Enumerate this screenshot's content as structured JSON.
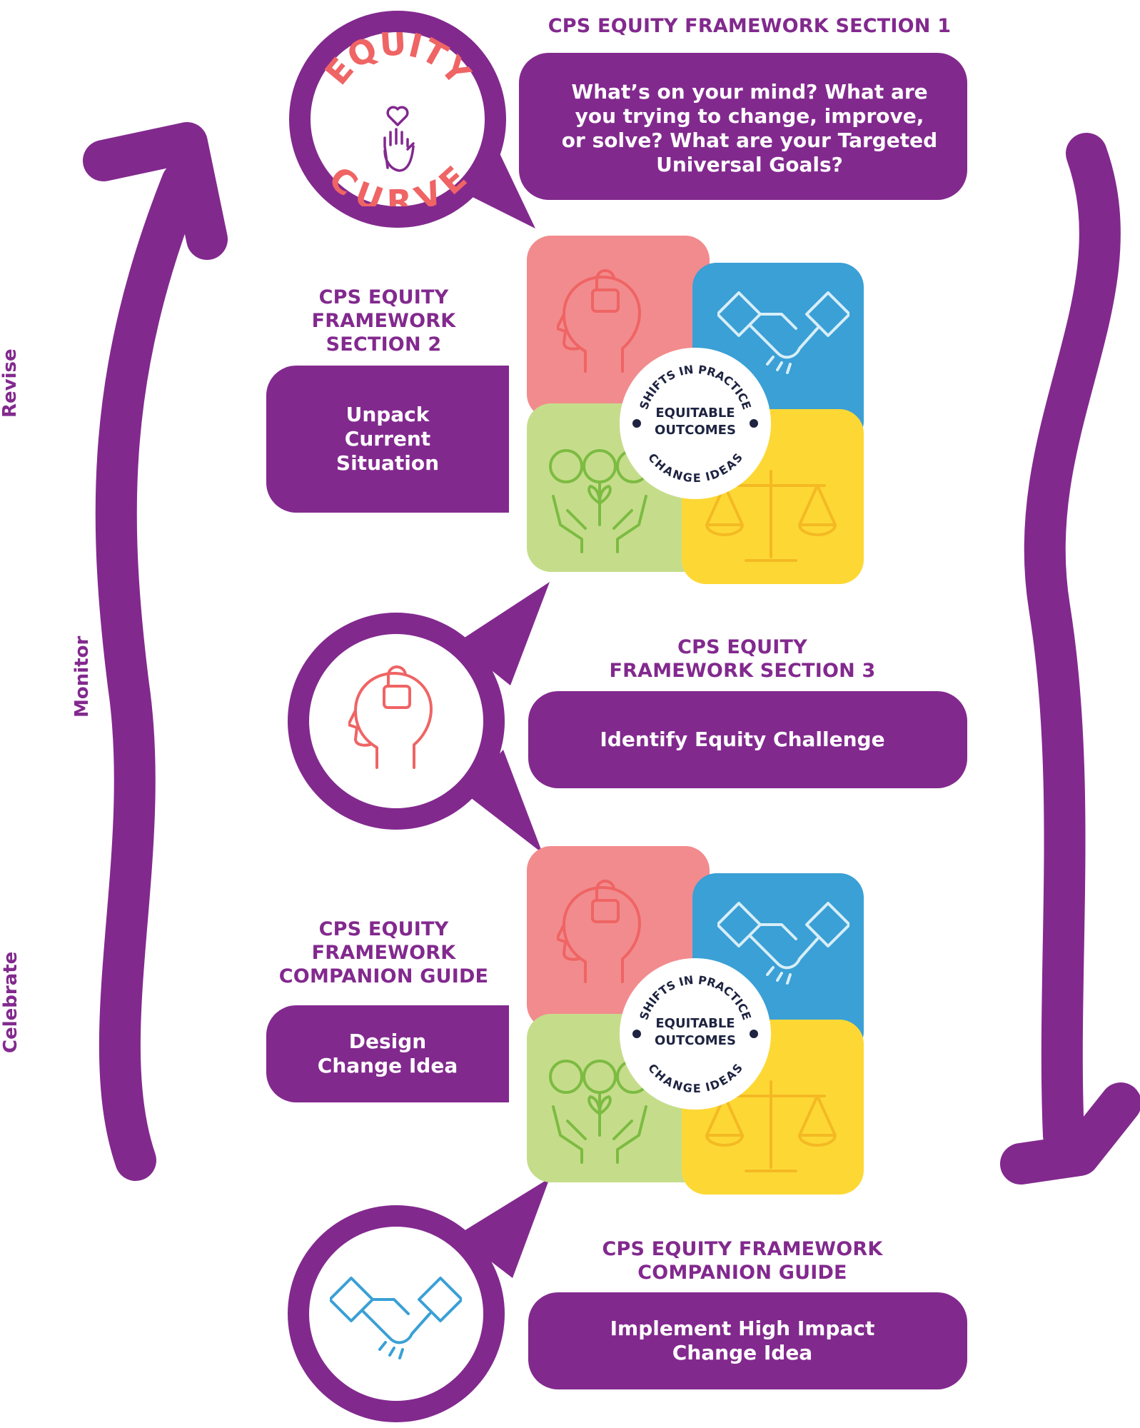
{
  "side_labels": {
    "revise": "Revise",
    "monitor": "Monitor",
    "celebrate": "Celebrate"
  },
  "logo": {
    "top": "EQUITY",
    "bottom": "CURVE"
  },
  "steps": [
    {
      "heading": "CPS EQUITY FRAMEWORK SECTION 1",
      "lines": [
        "What’s on your mind? What are",
        "you trying to change, improve,",
        "or solve? What are your Targeted",
        "Universal Goals?"
      ]
    },
    {
      "heading_lines": [
        "CPS EQUITY",
        "FRAMEWORK",
        "SECTION 2"
      ],
      "lines": [
        "Unpack",
        "Current",
        "Situation"
      ]
    },
    {
      "heading_lines": [
        "CPS EQUITY",
        "FRAMEWORK SECTION 3"
      ],
      "lines": [
        "Identify Equity Challenge"
      ]
    },
    {
      "heading_lines": [
        "CPS EQUITY",
        "FRAMEWORK",
        "COMPANION GUIDE"
      ],
      "lines": [
        "Design",
        "Change Idea"
      ]
    },
    {
      "heading_lines": [
        "CPS EQUITY FRAMEWORK",
        "COMPANION GUIDE"
      ],
      "lines": [
        "Implement High Impact",
        "Change Idea"
      ]
    }
  ],
  "badge": {
    "top_arc": "SHIFTS IN PRACTICE",
    "middle": [
      "EQUITABLE",
      "OUTCOMES"
    ],
    "bottom_arc": "CHANGE IDEAS"
  },
  "colors": {
    "purple": "#82298e",
    "pink": "#f28b8d",
    "blue": "#3aa0d5",
    "green": "#c5dd8b",
    "yellow": "#fdd835",
    "coral": "#ef6464",
    "navy": "#1d2340"
  },
  "icons": [
    "equity-curve-logo",
    "head-lock-icon",
    "handshake-icon",
    "people-growth-icon",
    "balance-scale-icon"
  ]
}
